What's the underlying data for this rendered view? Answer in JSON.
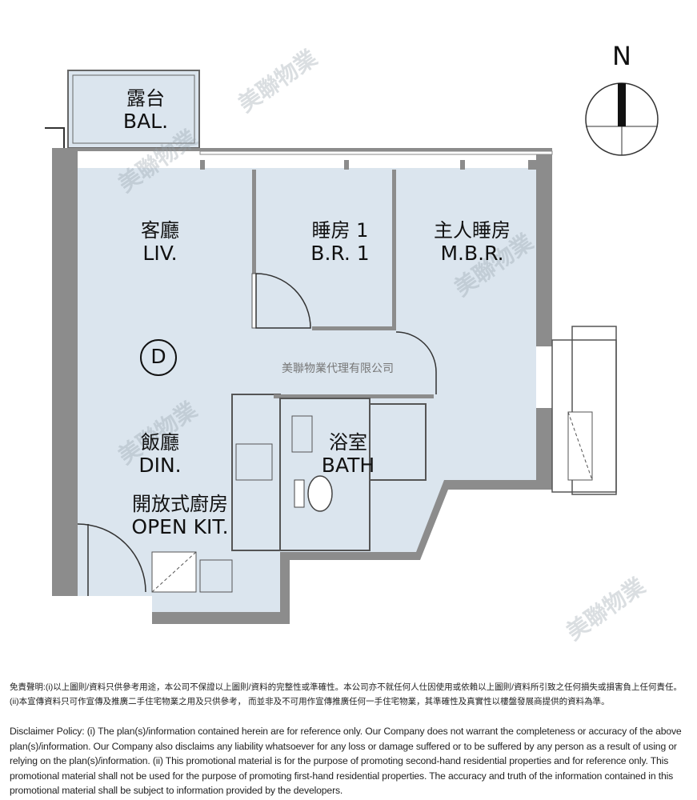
{
  "plan": {
    "unit_label": "D",
    "compass_label": "N",
    "rooms": {
      "balcony": {
        "zh": "露台",
        "en": "BAL."
      },
      "living": {
        "zh": "客廳",
        "en": "LIV."
      },
      "bedroom1": {
        "zh": "睡房 1",
        "en": "B.R. 1"
      },
      "master": {
        "zh": "主人睡房",
        "en": "M.B.R."
      },
      "dining": {
        "zh": "飯廳",
        "en": "DIN."
      },
      "kitchen": {
        "zh": "開放式廚房",
        "en": "OPEN KIT."
      },
      "bath": {
        "zh": "浴室",
        "en": "BATH"
      }
    },
    "company_text": "美聯物業代理有限公司",
    "watermark": "美聯物業",
    "colors": {
      "room": "#dbe5ee",
      "wall": "#8c8c8c"
    }
  },
  "disclaimer": {
    "zh": "免責聲明:(i)以上圖則/資料只供參考用途，本公司不保證以上圖則/資料的完整性或準確性。本公司亦不就任何人仕因使用或依賴以上圖則/資料所引致之任何損失或損害負上任何責任。(ii)本宣傳資料只可作宣傳及推廣二手住宅物業之用及只供參考， 而並非及不可用作宣傳推廣任何一手住宅物業，其準確性及真實性以樓盤發展商提供的資料為準。",
    "en": "Disclaimer Policy: (i) The plan(s)/information contained herein are for reference only. Our Company does not warrant the completeness or accuracy of the above plan(s)/information. Our Company also disclaims any liability whatsoever for any loss or damage suffered or to be suffered by any person as a result of using or relying on the plan(s)/information. (ii) This promotional material is for the purpose of promoting second-hand residential properties and for reference only. This promotional material shall not be used for the purpose of promoting first-hand residential properties. The accuracy and truth of the information contained in this promotional material shall be subject to information provided by the developers."
  }
}
